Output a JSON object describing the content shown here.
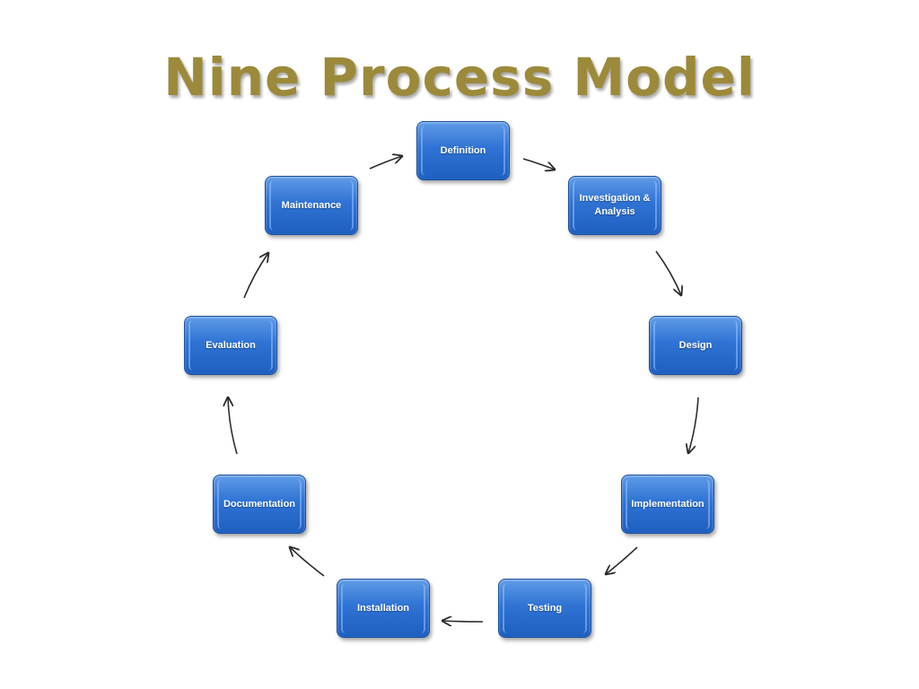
{
  "title": "Nine Process Model",
  "colors": {
    "title": "#9c8a3a",
    "node_fill": "#2f73d4",
    "node_border": "#1b4f9e",
    "arrow": "#2b2b2b"
  },
  "nodes": [
    {
      "id": "definition",
      "label": "Definition"
    },
    {
      "id": "investigation",
      "label": "Investigation &\nAnalysis"
    },
    {
      "id": "design",
      "label": "Design"
    },
    {
      "id": "implementation",
      "label": "Implementation"
    },
    {
      "id": "testing",
      "label": "Testing"
    },
    {
      "id": "installation",
      "label": "Installation"
    },
    {
      "id": "documentation",
      "label": "Documentation"
    },
    {
      "id": "evaluation",
      "label": "Evaluation"
    },
    {
      "id": "maintenance",
      "label": "Maintenance"
    }
  ],
  "edges": [
    {
      "from": "definition",
      "to": "investigation"
    },
    {
      "from": "investigation",
      "to": "design"
    },
    {
      "from": "design",
      "to": "implementation"
    },
    {
      "from": "implementation",
      "to": "testing"
    },
    {
      "from": "testing",
      "to": "installation"
    },
    {
      "from": "installation",
      "to": "documentation"
    },
    {
      "from": "documentation",
      "to": "evaluation"
    },
    {
      "from": "evaluation",
      "to": "maintenance"
    },
    {
      "from": "maintenance",
      "to": "definition"
    }
  ]
}
